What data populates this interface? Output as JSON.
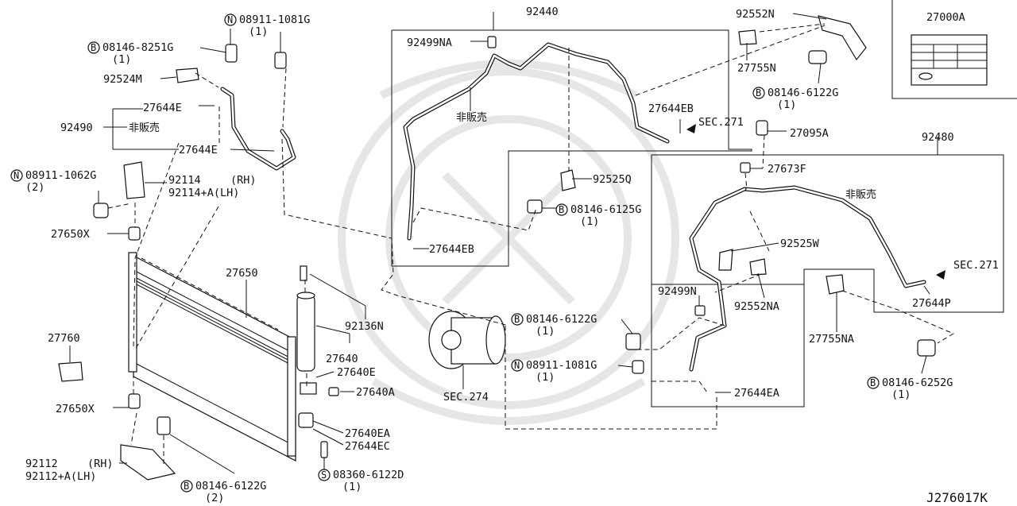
{
  "diagram": {
    "ref_code": "J276017K",
    "labels": {
      "p92440": "92440",
      "p92499NA": "92499NA",
      "p27644EB_top": "27644EB",
      "p27644EB_bottom": "27644EB",
      "sec271_top": "SEC.271",
      "sec271_right": "SEC.271",
      "hibanbai_92440": "非販売",
      "hibanbai_92490": "非販売",
      "hibanbai_92480": "非販売",
      "p92525Q": "92525Q",
      "b08146_6125G": "08146-6125G",
      "b08146_6125G_qty": "(1)",
      "p92552N": "92552N",
      "p27755N": "27755N",
      "b08146_6122G_top": "08146-6122G",
      "b08146_6122G_top_qty": "(1)",
      "p27095A": "27095A",
      "p27673F": "27673F",
      "p92480": "92480",
      "p92525W": "92525W",
      "p92499N": "92499N",
      "p92552NA": "92552NA",
      "p27644P": "27644P",
      "p27755NA": "27755NA",
      "p27644EA_r": "27644EA",
      "b08146_6252G": "08146-6252G",
      "b08146_6252G_qty": "(1)",
      "b08146_6122G_mid": "08146-6122G",
      "b08146_6122G_mid_qty": "(1)",
      "n08911_1081G_mid": "08911-1081G",
      "n08911_1081G_mid_qty": "(1)",
      "n08911_1081G_top": "08911-1081G",
      "n08911_1081G_top_qty": "(1)",
      "b08146_8251G": "08146-8251G",
      "b08146_8251G_qty": "(1)",
      "p92524M": "92524M",
      "p27644E_a": "27644E",
      "p27644E_b": "27644E",
      "p92490": "92490",
      "n08911_1062G": "08911-1062G",
      "n08911_1062G_qty": "(2)",
      "p92114": "92114",
      "p92114_rh": "(RH)",
      "p92114A": "92114+A(LH)",
      "p27650X_top": "27650X",
      "p27650X_bot": "27650X",
      "p27650": "27650",
      "p27760": "27760",
      "p92136N": "92136N",
      "p27640": "27640",
      "p27640E": "27640E",
      "p27640A": "27640A",
      "p27640EA": "27640EA",
      "p27644EC": "27644EC",
      "s08360_6122D": "08360-6122D",
      "s08360_6122D_qty": "(1)",
      "b08146_6122G_bot": "08146-6122G",
      "b08146_6122G_bot_qty": "(2)",
      "p92112": "92112",
      "p92112_rh": "(RH)",
      "p92112A": "92112+A(LH)",
      "sec274": "SEC.274",
      "p27000A": "27000A",
      "mark_B": "B",
      "mark_N": "N",
      "mark_S": "S"
    }
  }
}
